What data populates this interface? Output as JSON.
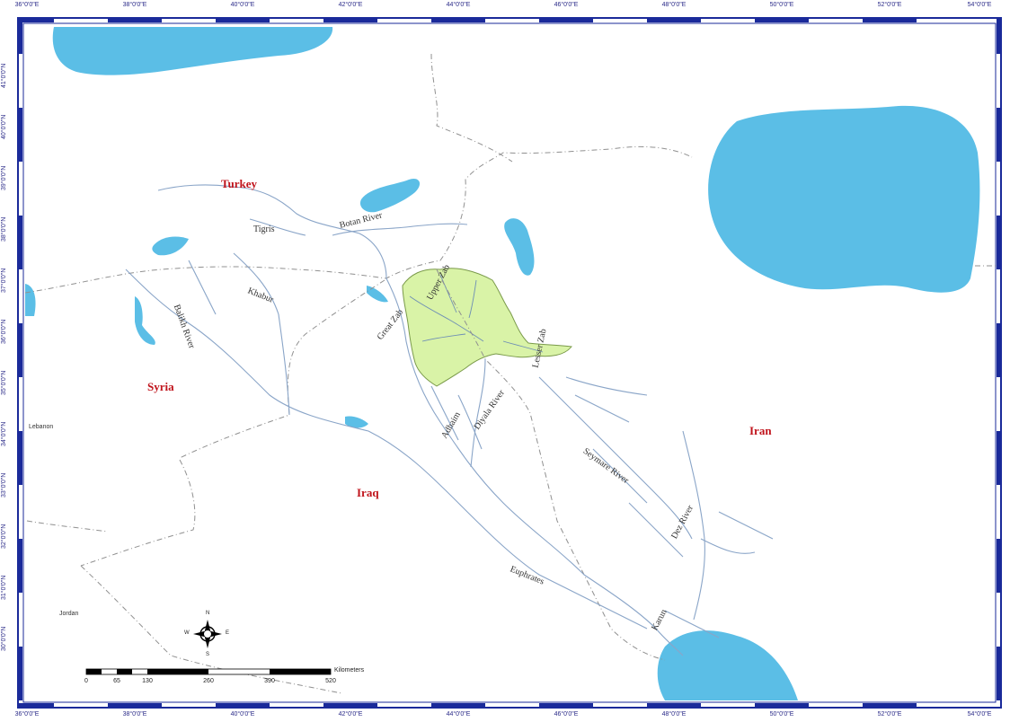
{
  "map": {
    "longitude_labels": [
      "36°0'0\"E",
      "38°0'0\"E",
      "40°0'0\"E",
      "42°0'0\"E",
      "44°0'0\"E",
      "46°0'0\"E",
      "48°0'0\"E",
      "50°0'0\"E",
      "52°0'0\"E",
      "54°0'0\"E"
    ],
    "latitude_labels": [
      "41°0'0\"N",
      "40°0'0\"N",
      "39°0'0\"N",
      "38°0'0\"N",
      "37°0'0\"N",
      "36°0'0\"N",
      "35°0'0\"N",
      "34°0'0\"N",
      "33°0'0\"N",
      "32°0'0\"N",
      "31°0'0\"N",
      "30°0'0\"N"
    ],
    "countries": {
      "turkey": "Turkey",
      "syria": "Syria",
      "iraq": "Iraq",
      "iran": "Iran",
      "lebanon": "Lebanon",
      "jordan": "Jordan"
    },
    "rivers": {
      "tigris": "Tigris",
      "botan": "Botan River",
      "balikh": "Balikh River",
      "khabur": "Khabur",
      "great_zab": "Great Zab",
      "upper_zab": "Upper Zab",
      "lesser_zab": "Lesser Zab",
      "adhaim": "Adhaim",
      "diyala": "Diyala River",
      "seymare": "Seymare River",
      "dez": "Dez River",
      "euphrates": "Euphrates",
      "karun": "Karun"
    },
    "scale_bar": {
      "labels": [
        "0",
        "65",
        "130",
        "260",
        "390",
        "520"
      ],
      "unit": "Kilometers"
    },
    "compass": {
      "n": "N",
      "s": "S",
      "e": "E",
      "w": "W"
    },
    "colors": {
      "water": "#5bbee6",
      "basin": "#d9f3a7",
      "frame": "#1a2a9a",
      "country_label": "#c0141c",
      "river": "#8aa5c8",
      "border": "#909090"
    }
  }
}
